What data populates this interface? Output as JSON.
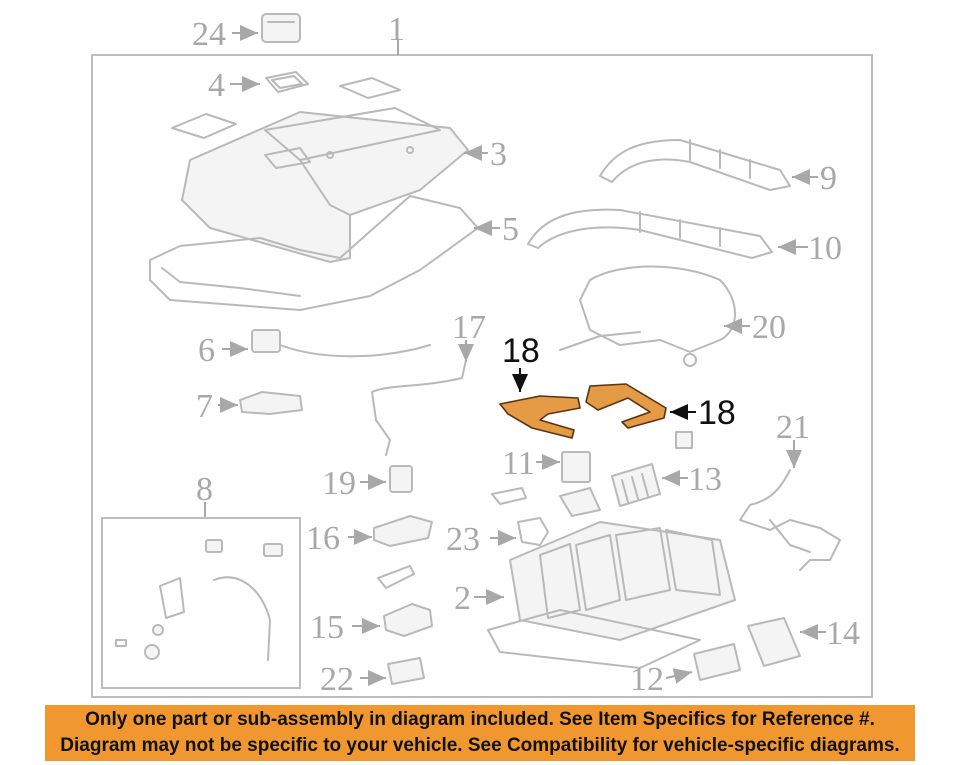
{
  "colors": {
    "background": "#ffffff",
    "part_gray": "#b9b9b9",
    "label_gray": "#a8a8a8",
    "highlight_fill": "#e59a46",
    "highlight_stroke": "#5a3410",
    "banner_bg": "#f0982f"
  },
  "diagram": {
    "callouts": {
      "c1": "1",
      "c2": "2",
      "c3": "3",
      "c4": "4",
      "c5": "5",
      "c6": "6",
      "c7": "7",
      "c8": "8",
      "c9": "9",
      "c10": "10",
      "c11": "11",
      "c12": "12",
      "c13": "13",
      "c14": "14",
      "c15": "15",
      "c16": "16",
      "c17": "17",
      "c18a": "18",
      "c18b": "18",
      "c19": "19",
      "c20": "20",
      "c21": "21",
      "c22": "22",
      "c23": "23",
      "c24": "24"
    },
    "highlighted_part": "18"
  },
  "banner": {
    "line1": "Only one part or sub-assembly in diagram included. See Item Specifics for Reference #.",
    "line2": "Diagram may not be specific to your vehicle. See Compatibility for vehicle-specific diagrams."
  }
}
